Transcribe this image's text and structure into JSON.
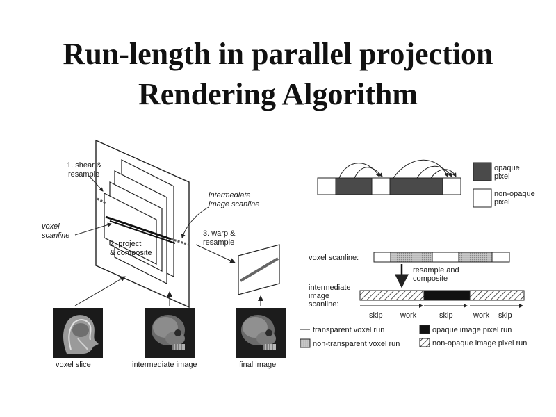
{
  "slide": {
    "title_line1": "Run-length in parallel projection",
    "title_line2": "Rendering Algorithm"
  },
  "left_diagram": {
    "step1_line1": "1. shear &",
    "step1_line2": "resample",
    "voxel_scanline_line1": "voxel",
    "voxel_scanline_line2": "scanline",
    "step2_line1": "2. project",
    "step2_line2": "& composite",
    "intermediate_scanline_line1": "intermediate",
    "intermediate_scanline_line2": "image scanline",
    "step3_line1": "3. warp &",
    "step3_line2": "resample",
    "thumb_voxel_slice": "voxel slice",
    "thumb_intermediate_image": "intermediate image",
    "thumb_final_image": "final image"
  },
  "right_diagram": {
    "legend_opaque_line1": "opaque",
    "legend_opaque_line2": "pixel",
    "legend_nonopaque_line1": "non-opaque",
    "legend_nonopaque_line2": "pixel",
    "voxel_scanline_label": "voxel scanline:",
    "resample_line1": "resample and",
    "resample_line2": "composite",
    "intermediate_line1": "intermediate",
    "intermediate_line2": "image",
    "intermediate_line3": "scanline:",
    "run_labels": [
      "skip",
      "work",
      "skip",
      "work",
      "skip"
    ],
    "legend_transparent_voxel": "transparent voxel run",
    "legend_nontransparent_voxel": "non-transparent voxel run",
    "legend_opaque_image": "opaque image pixel run",
    "legend_nonopaque_image": "non-opaque image pixel run"
  },
  "colors": {
    "dark_pixel": "#4a4a4a",
    "light_run": "#b5b5b5",
    "line": "#222222"
  }
}
